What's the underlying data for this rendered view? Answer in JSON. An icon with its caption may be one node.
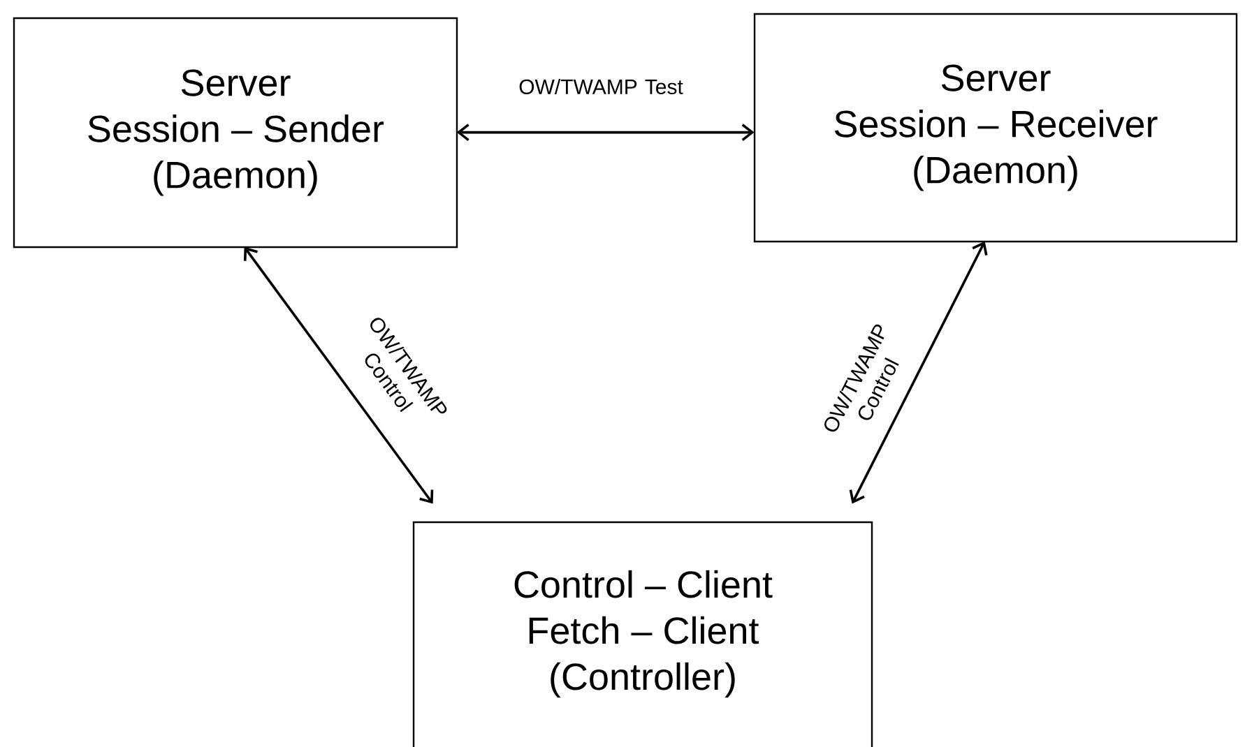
{
  "diagram": {
    "nodes": [
      {
        "text": [
          "Server",
          "Session – Sender",
          "(Daemon)"
        ]
      },
      {
        "text": [
          "Server",
          "Session – Receiver",
          "(Daemon)"
        ]
      },
      {
        "text": [
          "Control – Client",
          "Fetch – Client",
          "(Controller)"
        ]
      }
    ],
    "edges": [
      {
        "from": 0,
        "to": 1,
        "arrow": "both",
        "label": "OW/TWAMP Test"
      },
      {
        "from": 0,
        "to": 2,
        "arrow": "both",
        "label": "OW/TWAMP Control"
      },
      {
        "from": 1,
        "to": 2,
        "arrow": "both",
        "label": "OW/TWAMP Control"
      }
    ]
  }
}
